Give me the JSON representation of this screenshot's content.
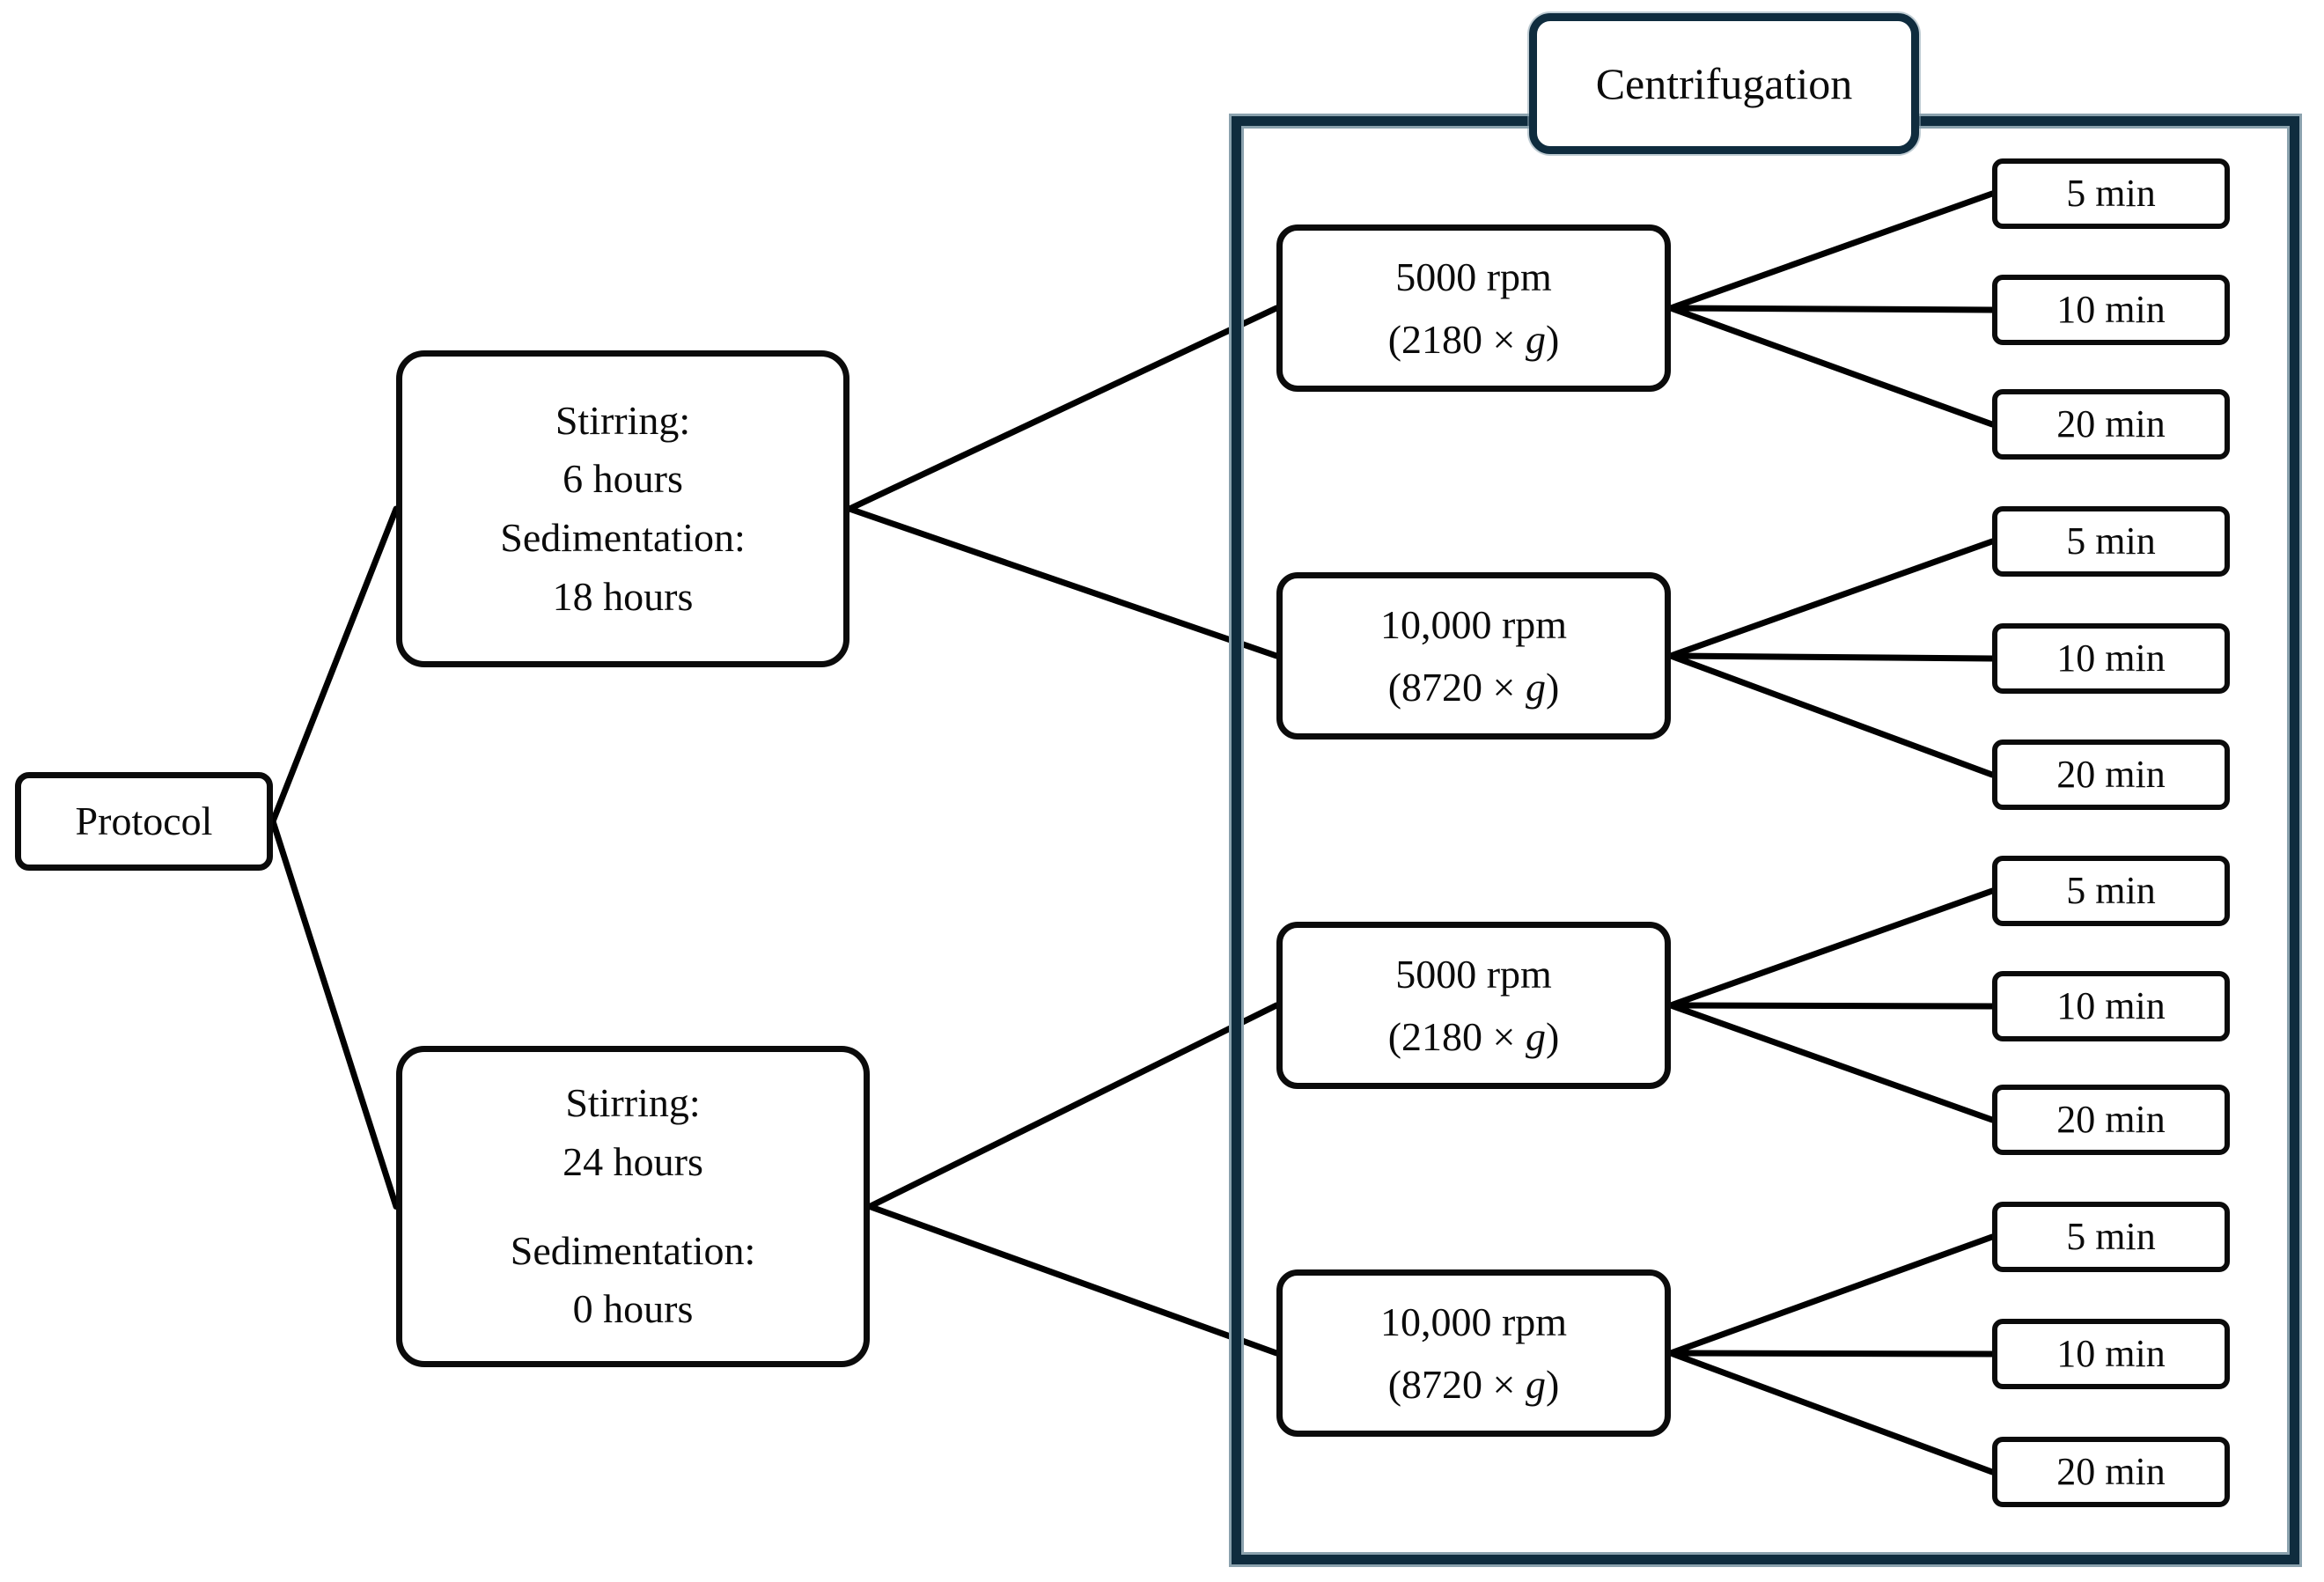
{
  "figure": {
    "root_label": "Protocol",
    "container_title": "Centrifugation",
    "branches": [
      {
        "stirring": "Stirring:\n6 hours",
        "sedimentation": "Sedimentation:\n18 hours",
        "speeds": [
          {
            "rpm": "5000 rpm",
            "g_prefix": "(2180 × ",
            "g_symbol": "g",
            "g_suffix": ")",
            "times": [
              "5 min",
              "10 min",
              "20 min"
            ]
          },
          {
            "rpm": "10,000 rpm",
            "g_prefix": "(8720 × ",
            "g_symbol": "g",
            "g_suffix": ")",
            "times": [
              "5 min",
              "10 min",
              "20 min"
            ]
          }
        ]
      },
      {
        "stirring": "Stirring:\n24 hours",
        "sedimentation": "Sedimentation:\n0 hours",
        "speeds": [
          {
            "rpm": "5000 rpm",
            "g_prefix": "(2180 × ",
            "g_symbol": "g",
            "g_suffix": ")",
            "times": [
              "5 min",
              "10 min",
              "20 min"
            ]
          },
          {
            "rpm": "10,000 rpm",
            "g_prefix": "(8720 × ",
            "g_symbol": "g",
            "g_suffix": ")",
            "times": [
              "5 min",
              "10 min",
              "20 min"
            ]
          }
        ]
      }
    ]
  },
  "colors": {
    "container_border": "#0f2c3e",
    "container_border_edge": "#8ba2ae",
    "box_border": "#0b0b0b",
    "line": "#000000",
    "background": "#ffffff"
  },
  "connections": [
    {
      "from": "protocol",
      "to": "branch-0"
    },
    {
      "from": "protocol",
      "to": "branch-1"
    },
    {
      "from": "branch-0",
      "to": "speed-0-0"
    },
    {
      "from": "branch-0",
      "to": "speed-0-1"
    },
    {
      "from": "branch-1",
      "to": "speed-1-0"
    },
    {
      "from": "branch-1",
      "to": "speed-1-1"
    },
    {
      "from": "speed-0-0",
      "to": "time-0-0-0"
    },
    {
      "from": "speed-0-0",
      "to": "time-0-0-1"
    },
    {
      "from": "speed-0-0",
      "to": "time-0-0-2"
    },
    {
      "from": "speed-0-1",
      "to": "time-0-1-0"
    },
    {
      "from": "speed-0-1",
      "to": "time-0-1-1"
    },
    {
      "from": "speed-0-1",
      "to": "time-0-1-2"
    },
    {
      "from": "speed-1-0",
      "to": "time-1-0-0"
    },
    {
      "from": "speed-1-0",
      "to": "time-1-0-1"
    },
    {
      "from": "speed-1-0",
      "to": "time-1-0-2"
    },
    {
      "from": "speed-1-1",
      "to": "time-1-1-0"
    },
    {
      "from": "speed-1-1",
      "to": "time-1-1-1"
    },
    {
      "from": "speed-1-1",
      "to": "time-1-1-2"
    }
  ]
}
